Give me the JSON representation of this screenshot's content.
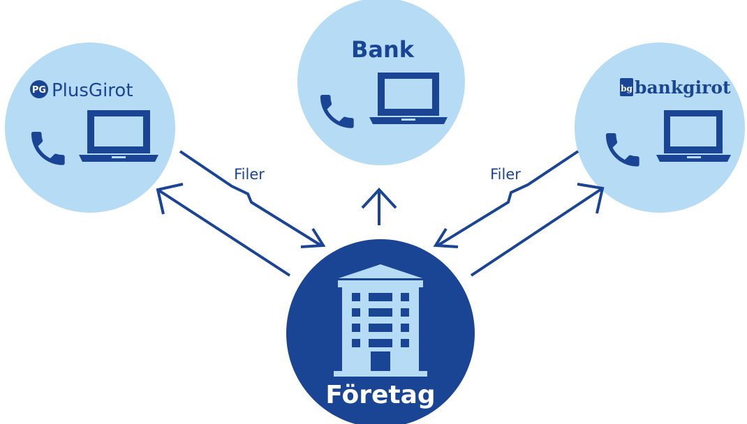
{
  "colors": {
    "dark_blue": "#1a4494",
    "light_blue": "#b5dbf5",
    "white": "#ffffff"
  },
  "nodes": {
    "plusgirot": {
      "logo_text": "PlusGirot",
      "logo_mark": "PG",
      "icons": [
        "phone-icon",
        "laptop-icon"
      ]
    },
    "bank": {
      "label": "Bank",
      "icons": [
        "phone-icon",
        "laptop-icon"
      ]
    },
    "bankgirot": {
      "logo_text": "bankgirot",
      "logo_mark": "bg",
      "icons": [
        "phone-icon",
        "laptop-icon"
      ]
    },
    "foretag": {
      "label": "Företag",
      "icons": [
        "building-icon"
      ]
    }
  },
  "edges": {
    "left_label": "Filer",
    "right_label": "Filer"
  }
}
